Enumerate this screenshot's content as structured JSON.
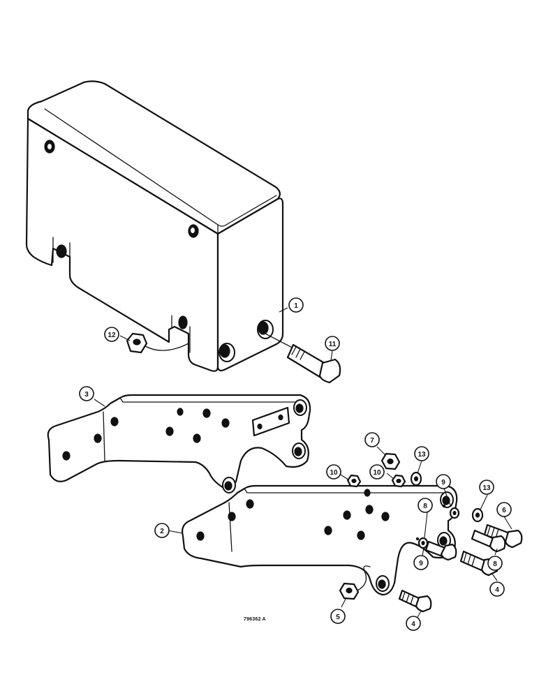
{
  "diagram": {
    "figure_id": "796362 A",
    "callouts": [
      {
        "id": "c1",
        "label": "1"
      },
      {
        "id": "c2",
        "label": "2"
      },
      {
        "id": "c3",
        "label": "3"
      },
      {
        "id": "c4a",
        "label": "4"
      },
      {
        "id": "c4b",
        "label": "4"
      },
      {
        "id": "c5",
        "label": "5"
      },
      {
        "id": "c6",
        "label": "6"
      },
      {
        "id": "c7",
        "label": "7"
      },
      {
        "id": "c8a",
        "label": "8"
      },
      {
        "id": "c8b",
        "label": "8"
      },
      {
        "id": "c9a",
        "label": "9"
      },
      {
        "id": "c9b",
        "label": "9"
      },
      {
        "id": "c10a",
        "label": "10"
      },
      {
        "id": "c10b",
        "label": "10"
      },
      {
        "id": "c11",
        "label": "11"
      },
      {
        "id": "c12",
        "label": "12"
      },
      {
        "id": "c13a",
        "label": "13"
      },
      {
        "id": "c13b",
        "label": "13"
      }
    ]
  }
}
